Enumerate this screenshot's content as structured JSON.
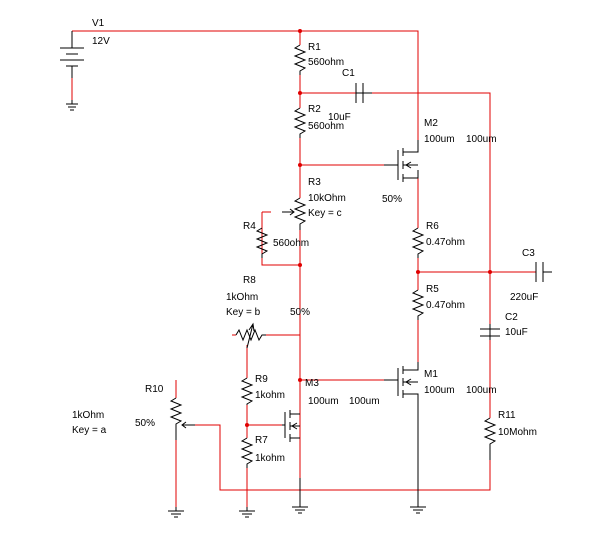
{
  "colors": {
    "wire": "#e00000",
    "component": "#000000",
    "background": "#ffffff"
  },
  "components": {
    "V1": {
      "ref": "V1",
      "value": "12V"
    },
    "R1": {
      "ref": "R1",
      "value": "560ohm"
    },
    "R2": {
      "ref": "R2",
      "value": "560ohm"
    },
    "C1": {
      "ref": "C1",
      "value": "10uF"
    },
    "M2": {
      "ref": "M2",
      "w": "100um",
      "l": "100um"
    },
    "R3": {
      "ref": "R3",
      "value": "10kOhm",
      "key": "Key = c",
      "pct": "50%"
    },
    "R4": {
      "ref": "R4",
      "value": "560ohm"
    },
    "R6": {
      "ref": "R6",
      "value": "0.47ohm"
    },
    "R5": {
      "ref": "R5",
      "value": "0.47ohm"
    },
    "C3": {
      "ref": "C3",
      "value": "220uF"
    },
    "C2": {
      "ref": "C2",
      "value": "10uF"
    },
    "R8": {
      "ref": "R8",
      "value": "1kOhm",
      "key": "Key = b",
      "pct": "50%"
    },
    "M3": {
      "ref": "M3",
      "w": "100um",
      "l": "100um"
    },
    "M1": {
      "ref": "M1",
      "w": "100um",
      "l": "100um"
    },
    "R9": {
      "ref": "R9",
      "value": "1kohm"
    },
    "R7": {
      "ref": "R7",
      "value": "1kohm"
    },
    "R10": {
      "ref": "R10",
      "value": "1kOhm",
      "key": "Key = a",
      "pct": "50%"
    },
    "R11": {
      "ref": "R11",
      "value": "10Mohm"
    }
  }
}
